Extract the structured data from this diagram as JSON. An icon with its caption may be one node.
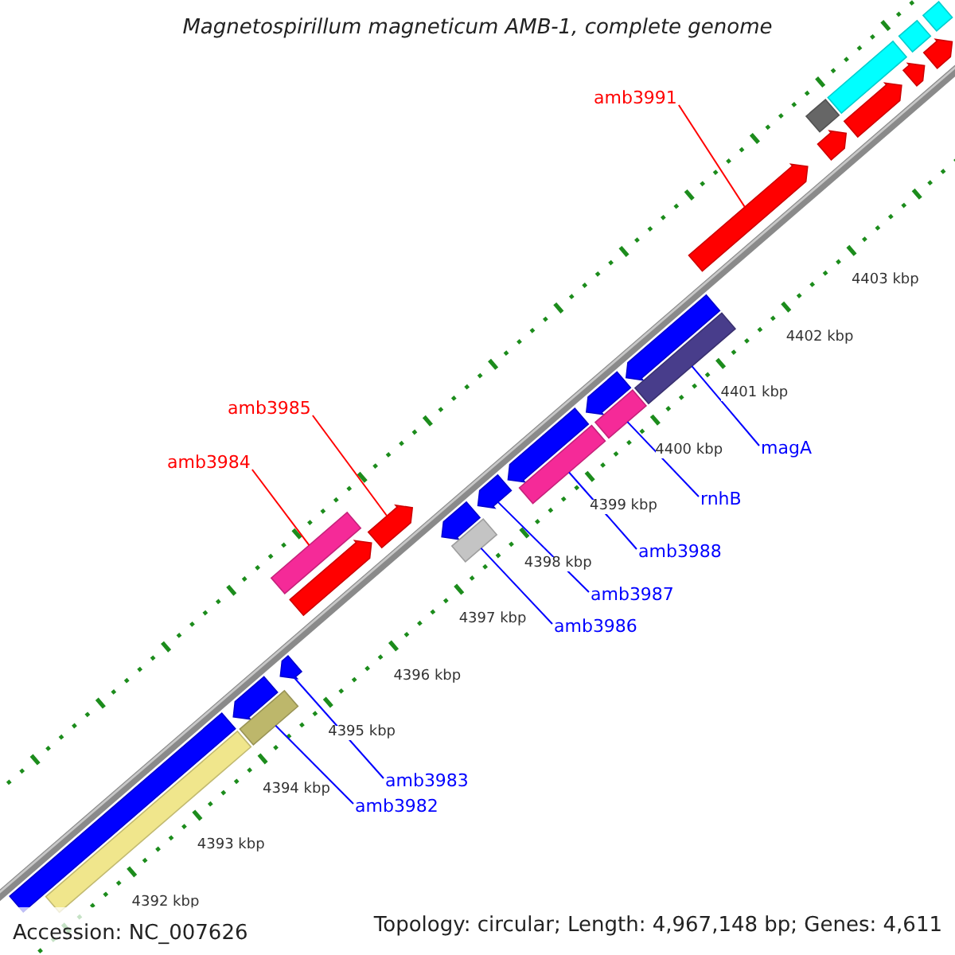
{
  "diagram": {
    "title": "Magnetospirillum magneticum AMB-1, complete genome",
    "nodes": [
      {
        "text": [
          "amb3991"
        ]
      },
      {
        "text": [
          "amb3985"
        ]
      },
      {
        "text": [
          "amb3984"
        ]
      },
      {
        "text": [
          "magA"
        ]
      },
      {
        "text": [
          "rnhB"
        ]
      },
      {
        "text": [
          "amb3988"
        ]
      },
      {
        "text": [
          "amb3987"
        ]
      },
      {
        "text": [
          "amb3986"
        ]
      },
      {
        "text": [
          "amb3983"
        ]
      },
      {
        "text": [
          "amb3982"
        ]
      },
      {
        "text": [],
        "shape": "bar"
      },
      {
        "text": [],
        "shape": "bar"
      },
      {
        "text": [],
        "shape": "bar"
      },
      {
        "text": [],
        "shape": "bar"
      },
      {
        "text": [],
        "shape": "bar"
      },
      {
        "text": [],
        "shape": "bar"
      },
      {
        "text": [],
        "shape": "bar"
      },
      {
        "text": [],
        "shape": "bar"
      },
      {
        "text": [],
        "shape": "bar"
      },
      {
        "text": [],
        "shape": "bar"
      },
      {
        "text": [],
        "shape": "bar"
      },
      {
        "text": [],
        "shape": "bar"
      },
      {
        "text": [],
        "shape": "bar"
      },
      {
        "text": [],
        "shape": "bar"
      },
      {
        "text": [],
        "shape": "bar"
      },
      {
        "text": [],
        "shape": "bar"
      },
      {
        "text": [],
        "shape": "bar"
      },
      {
        "text": [],
        "shape": "bar"
      },
      {
        "text": [],
        "shape": "bar"
      },
      {
        "text": [],
        "shape": "bar"
      },
      {
        "text": [],
        "shape": "bar"
      },
      {
        "text": [],
        "shape": "bar"
      },
      {
        "text": [],
        "shape": "bar"
      },
      {
        "text": [],
        "shape": "bar"
      },
      {
        "text": [],
        "shape": "bar"
      },
      {
        "text": [],
        "shape": "bar"
      }
    ],
    "edges": [
      {
        "from": 0,
        "to": 27,
        "arrow": "none",
        "color": "#ff0000"
      },
      {
        "from": 1,
        "to": 17,
        "arrow": "none",
        "color": "#ff0000"
      },
      {
        "from": 2,
        "to": 15,
        "arrow": "none",
        "color": "#ff0000"
      },
      {
        "from": 3,
        "to": 26,
        "arrow": "none"
      },
      {
        "from": 4,
        "to": 24,
        "arrow": "none"
      },
      {
        "from": 5,
        "to": 22,
        "arrow": "none"
      },
      {
        "from": 6,
        "to": 20,
        "arrow": "none"
      },
      {
        "from": 7,
        "to": 19,
        "arrow": "none"
      },
      {
        "from": 8,
        "to": 14,
        "arrow": "none"
      },
      {
        "from": 9,
        "to": 13,
        "arrow": "none"
      }
    ],
    "labels": [
      "4403 kbp",
      "4402 kbp",
      "4401 kbp",
      "4400 kbp",
      "4399 kbp",
      "4398 kbp",
      "4397 kbp",
      "4396 kbp",
      "4395 kbp",
      "4394 kbp",
      "4393 kbp",
      "4392 kbp",
      "Accession: NC_007626",
      "Topology: circular; Length: 4,967,148 bp; Genes: 4,611"
    ]
  }
}
